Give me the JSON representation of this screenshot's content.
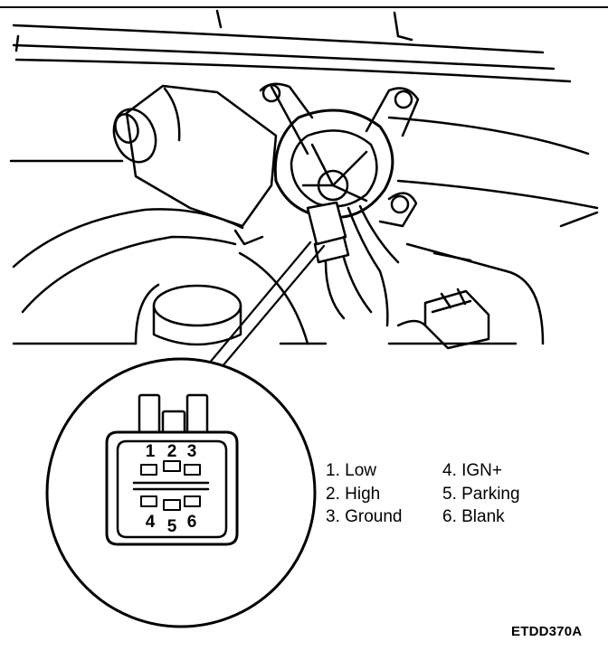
{
  "connector": {
    "pins_top": [
      "1",
      "2",
      "3"
    ],
    "pins_bottom": [
      "4",
      "5",
      "6"
    ]
  },
  "legend": {
    "left": [
      "1. Low",
      "2. High",
      "3. Ground"
    ],
    "right": [
      "4. IGN+",
      "5. Parking",
      "6. Blank"
    ]
  },
  "figure_code": "ETDD370A"
}
